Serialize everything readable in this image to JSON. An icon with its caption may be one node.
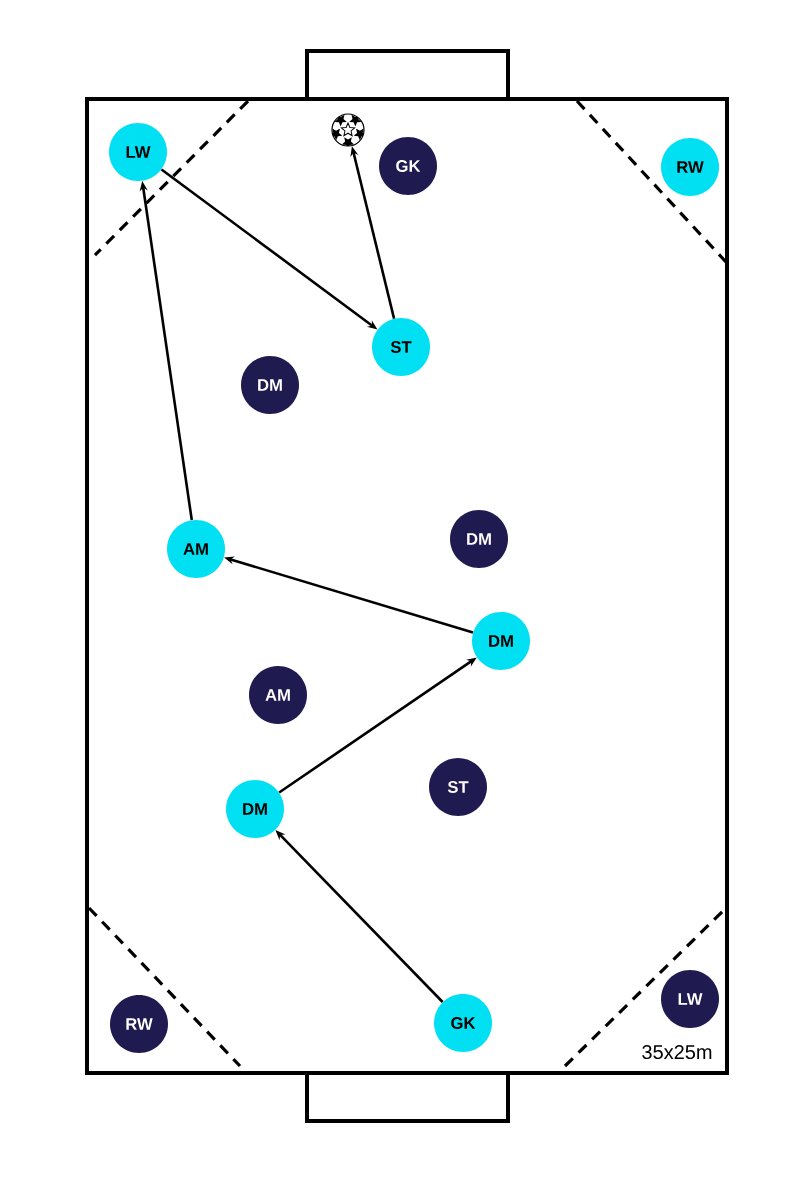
{
  "diagram": {
    "nodes": [
      {
        "text": [],
        "shape": "picture"
      },
      {
        "text": [
          "LW"
        ]
      },
      {
        "text": [
          "GK"
        ]
      },
      {
        "text": [
          "RW"
        ]
      },
      {
        "text": [
          "ST"
        ]
      },
      {
        "text": [
          "DM"
        ]
      },
      {
        "text": [
          "DM"
        ]
      },
      {
        "text": [
          "AM"
        ]
      },
      {
        "text": [
          "DM"
        ]
      },
      {
        "text": [
          "AM"
        ]
      },
      {
        "text": [
          "ST"
        ]
      },
      {
        "text": [
          "DM"
        ]
      },
      {
        "text": [
          "LW"
        ]
      },
      {
        "text": [
          "RW"
        ]
      },
      {
        "text": [
          "GK"
        ]
      }
    ],
    "edges": [
      {
        "from": 14,
        "to": 11,
        "arrow": "to"
      },
      {
        "from": 11,
        "to": 8,
        "arrow": "to"
      },
      {
        "from": 8,
        "to": 7,
        "arrow": "to"
      },
      {
        "from": 7,
        "to": 1,
        "arrow": "to"
      },
      {
        "from": 1,
        "to": 4,
        "arrow": "to"
      },
      {
        "from": 4,
        "to": 0,
        "arrow": "to"
      }
    ],
    "labels": [
      "35x25m"
    ]
  }
}
